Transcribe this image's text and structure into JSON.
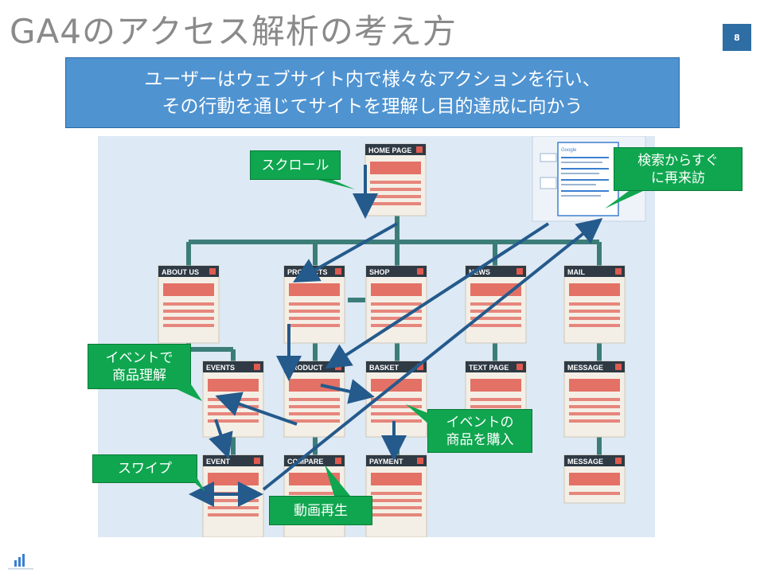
{
  "slide": {
    "title": "GA4のアクセス解析の考え方",
    "page_number": "8",
    "banner_line1": "ユーザーはウェブサイト内で様々なアクションを行い、",
    "banner_line2": "その行動を通じてサイトを理解し目的達成に向かう"
  },
  "sitemap": {
    "pages": {
      "home": "HOME PAGE",
      "about": "ABOUT US",
      "products": "PRODUCTS",
      "shop": "SHOP",
      "news": "NEWS",
      "mail": "MAIL",
      "events": "EVENTS",
      "product": "PRODUCT",
      "basket": "BASKET",
      "text_page": "TEXT PAGE",
      "message1": "MESSAGE",
      "event": "EVENT",
      "compare": "COMPARE",
      "payment": "PAYMENT",
      "message2": "MESSAGE"
    },
    "search_brand": "Google"
  },
  "callouts": {
    "scroll": "スクロール",
    "revisit_line1": "検索からすぐ",
    "revisit_line2": "に再来訪",
    "event_understand_line1": "イベントで",
    "event_understand_line2": "商品理解",
    "event_purchase_line1": "イベントの",
    "event_purchase_line2": "商品を購入",
    "swipe": "スワイプ",
    "video": "動画再生"
  },
  "colors": {
    "accent_blue": "#2e6ea5",
    "banner_blue": "#4f93d1",
    "callout_green": "#0fa64f",
    "arrow_blue": "#245a8c",
    "tree_line": "#3c7d79",
    "card_red": "#e05a4f",
    "card_dark": "#2f3a44",
    "card_bg": "#f4efe6"
  }
}
